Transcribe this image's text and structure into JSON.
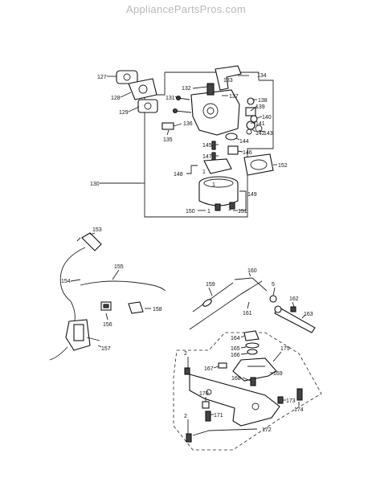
{
  "watermark": "AppliancePartsPros.com",
  "callouts": {
    "c1": "1",
    "c2": "2",
    "c2b": "2",
    "c5": "5",
    "c127": "127",
    "c128": "128",
    "c129": "129",
    "c130": "130",
    "c131": "131",
    "c132": "132",
    "c133": "133",
    "c134": "134",
    "c135": "135",
    "c136": "136",
    "c137": "137",
    "c138": "138",
    "c139": "139",
    "c140": "140",
    "c141": "141",
    "c142": "142",
    "c143": "143",
    "c144": "144",
    "c145": "145",
    "c146": "146",
    "c147": "147",
    "c148": "148",
    "c149": "149",
    "c150": "150",
    "c151": "151",
    "c152": "152",
    "c153": "153",
    "c154": "154",
    "c155": "155",
    "c156": "156",
    "c157": "157",
    "c158": "158",
    "c159": "159",
    "c160": "160",
    "c161": "161",
    "c162": "162",
    "c163": "163",
    "c164": "164",
    "c165": "165",
    "c166": "166",
    "c167": "167",
    "c168": "168",
    "c169": "169",
    "c170": "170",
    "c171": "171",
    "c172": "172",
    "c173": "173",
    "c174": "174",
    "c175": "175",
    "c1a": "1",
    "c1b": "1",
    "c1c": "1"
  }
}
